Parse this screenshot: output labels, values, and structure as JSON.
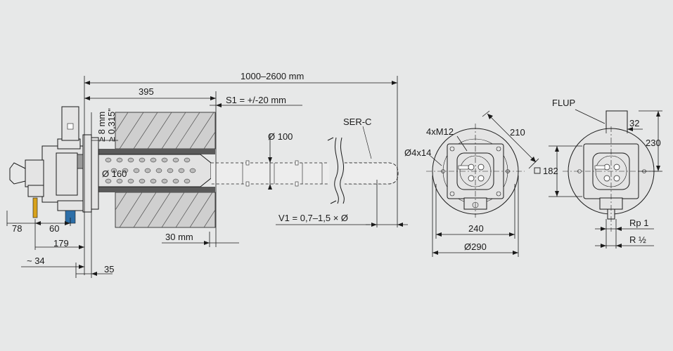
{
  "dimensions": {
    "overall_length": "1000–2600 mm",
    "insertion_depth": "395",
    "stroke": "S1 = +/-20 mm",
    "tube_diameter": "Ø 100",
    "burner_diameter": "Ø 160",
    "wall_gap": "≥ 8 mm",
    "wall_gap_inch": "≥ 0,315\"",
    "ser_label": "SER-C",
    "v1_formula": "V1 =  0,7–1,5 × Ø",
    "dim_78": "78",
    "dim_60": "60",
    "dim_179": "179",
    "dim_34": "~ 34",
    "dim_35": "35",
    "dim_30mm": "30 mm",
    "thread": "4xM12",
    "holes": "Ø4x14",
    "dim_210": "210",
    "dim_240": "240",
    "dim_290": "Ø290",
    "square_182": "182",
    "flup": "FLUP",
    "dim_32": "32",
    "dim_230": "230",
    "rp": "Rp 1",
    "r_half": "R ½"
  },
  "colors": {
    "background": "#e7e8e8",
    "connector_yellow": "#d8a21c",
    "connector_blue": "#2d6fa8"
  }
}
